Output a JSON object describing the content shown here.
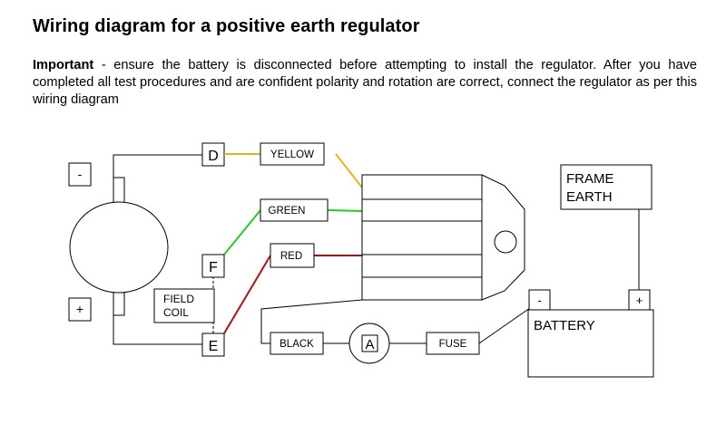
{
  "title": "Wiring diagram for a positive earth regulator",
  "important": {
    "label": "Important",
    "text": " - ensure the battery is disconnected before attempting to install the regulator. After you have completed all test procedures and are confident polarity and rotation are correct, connect the regulator as per this wiring diagram"
  },
  "diagram": {
    "dynamo": {
      "minus_label": "-",
      "plus_label": "+",
      "terminal_d": "D",
      "terminal_f": "F",
      "terminal_e": "E",
      "field_coil": [
        "FIELD",
        "COIL"
      ]
    },
    "wires": {
      "yellow": "YELLOW",
      "green": "GREEN",
      "red": "RED",
      "black": "BLACK",
      "fuse": "FUSE",
      "ammeter": "A"
    },
    "frame_earth": [
      "FRAME",
      "EARTH"
    ],
    "battery": {
      "label": "BATTERY",
      "minus": "-",
      "plus": "+"
    },
    "colors": {
      "yellow": "#e8b020",
      "green": "#22cc22",
      "red": "#b01010",
      "line": "#000000"
    }
  }
}
